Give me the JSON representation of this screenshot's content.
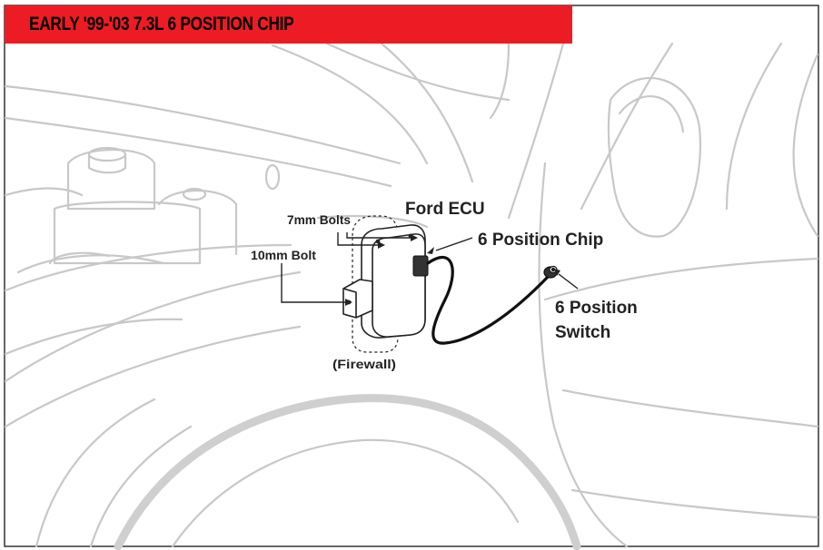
{
  "title": "EARLY '99-'03 7.3L 6 POSITION CHIP",
  "labels": {
    "ford_ecu": "Ford ECU",
    "seven_mm_bolts": "7mm Bolts",
    "ten_mm_bolt": "10mm Bolt",
    "firewall": "(Firewall)",
    "six_position_chip": "6 Position Chip",
    "six_position_switch_line1": "6 Position",
    "six_position_switch_line2": "Switch"
  },
  "colors": {
    "banner": "#ed1c24",
    "outline": "#c8c8c8",
    "ink": "#222222"
  }
}
